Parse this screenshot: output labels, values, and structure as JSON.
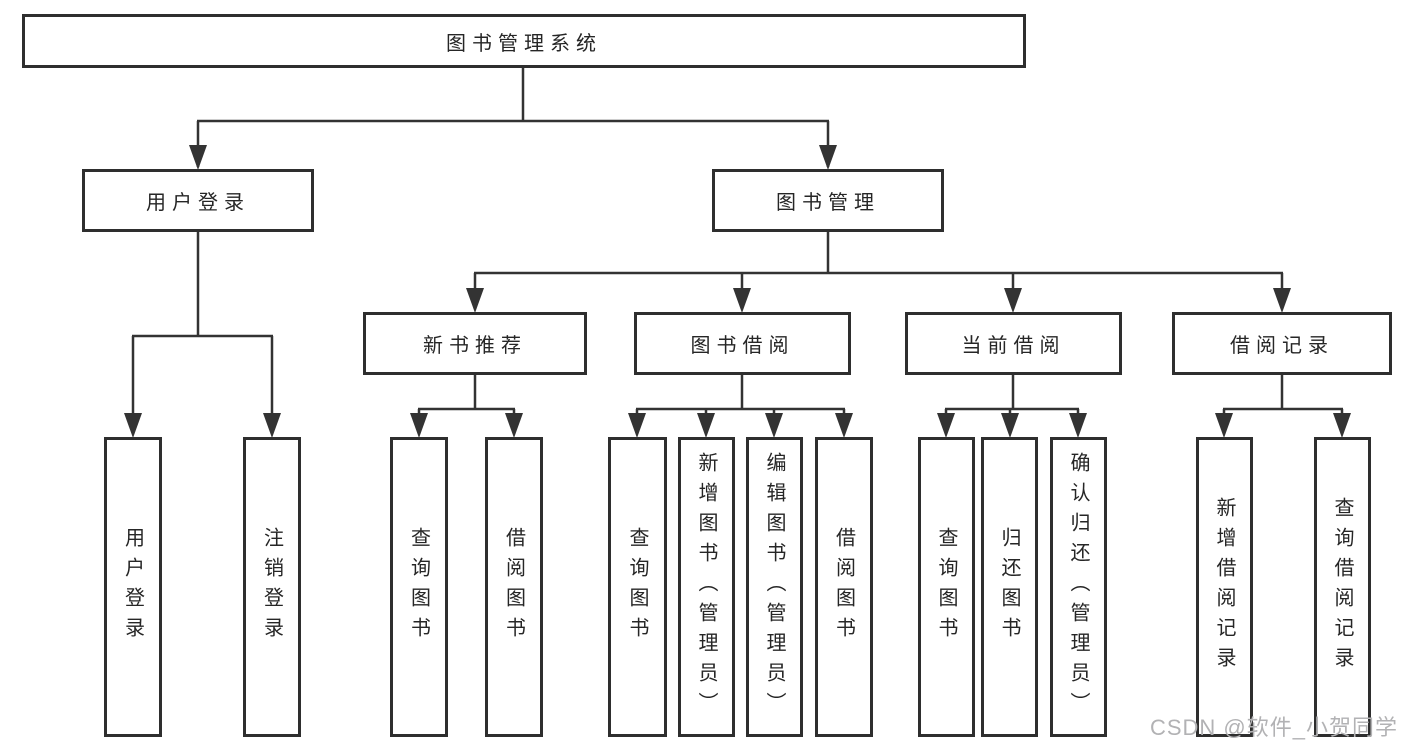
{
  "nodes": {
    "root": "图书管理系统",
    "user_login": "用户登录",
    "book_mgmt": "图书管理",
    "new_book": "新书推荐",
    "book_borrow": "图书借阅",
    "current_borrow": "当前借阅",
    "borrow_record": "借阅记录",
    "ul_login": "用户登录",
    "ul_logout": "注销登录",
    "nb_query": "查询图书",
    "nb_borrow": "借阅图书",
    "bb_query": "查询图书",
    "bb_add": "新增图书（管理员）",
    "bb_edit": "编辑图书（管理员）",
    "bb_borrow": "借阅图书",
    "cb_query": "查询图书",
    "cb_return": "归还图书",
    "cb_confirm": "确认归还（管理员）",
    "br_add": "新增借阅记录",
    "br_query": "查询借阅记录"
  },
  "watermark": "CSDN @软件_小贺同学",
  "colors": {
    "line": "#333333",
    "text": "#262626",
    "box_background": "#ffffff",
    "watermark": "#b2b2b4"
  }
}
